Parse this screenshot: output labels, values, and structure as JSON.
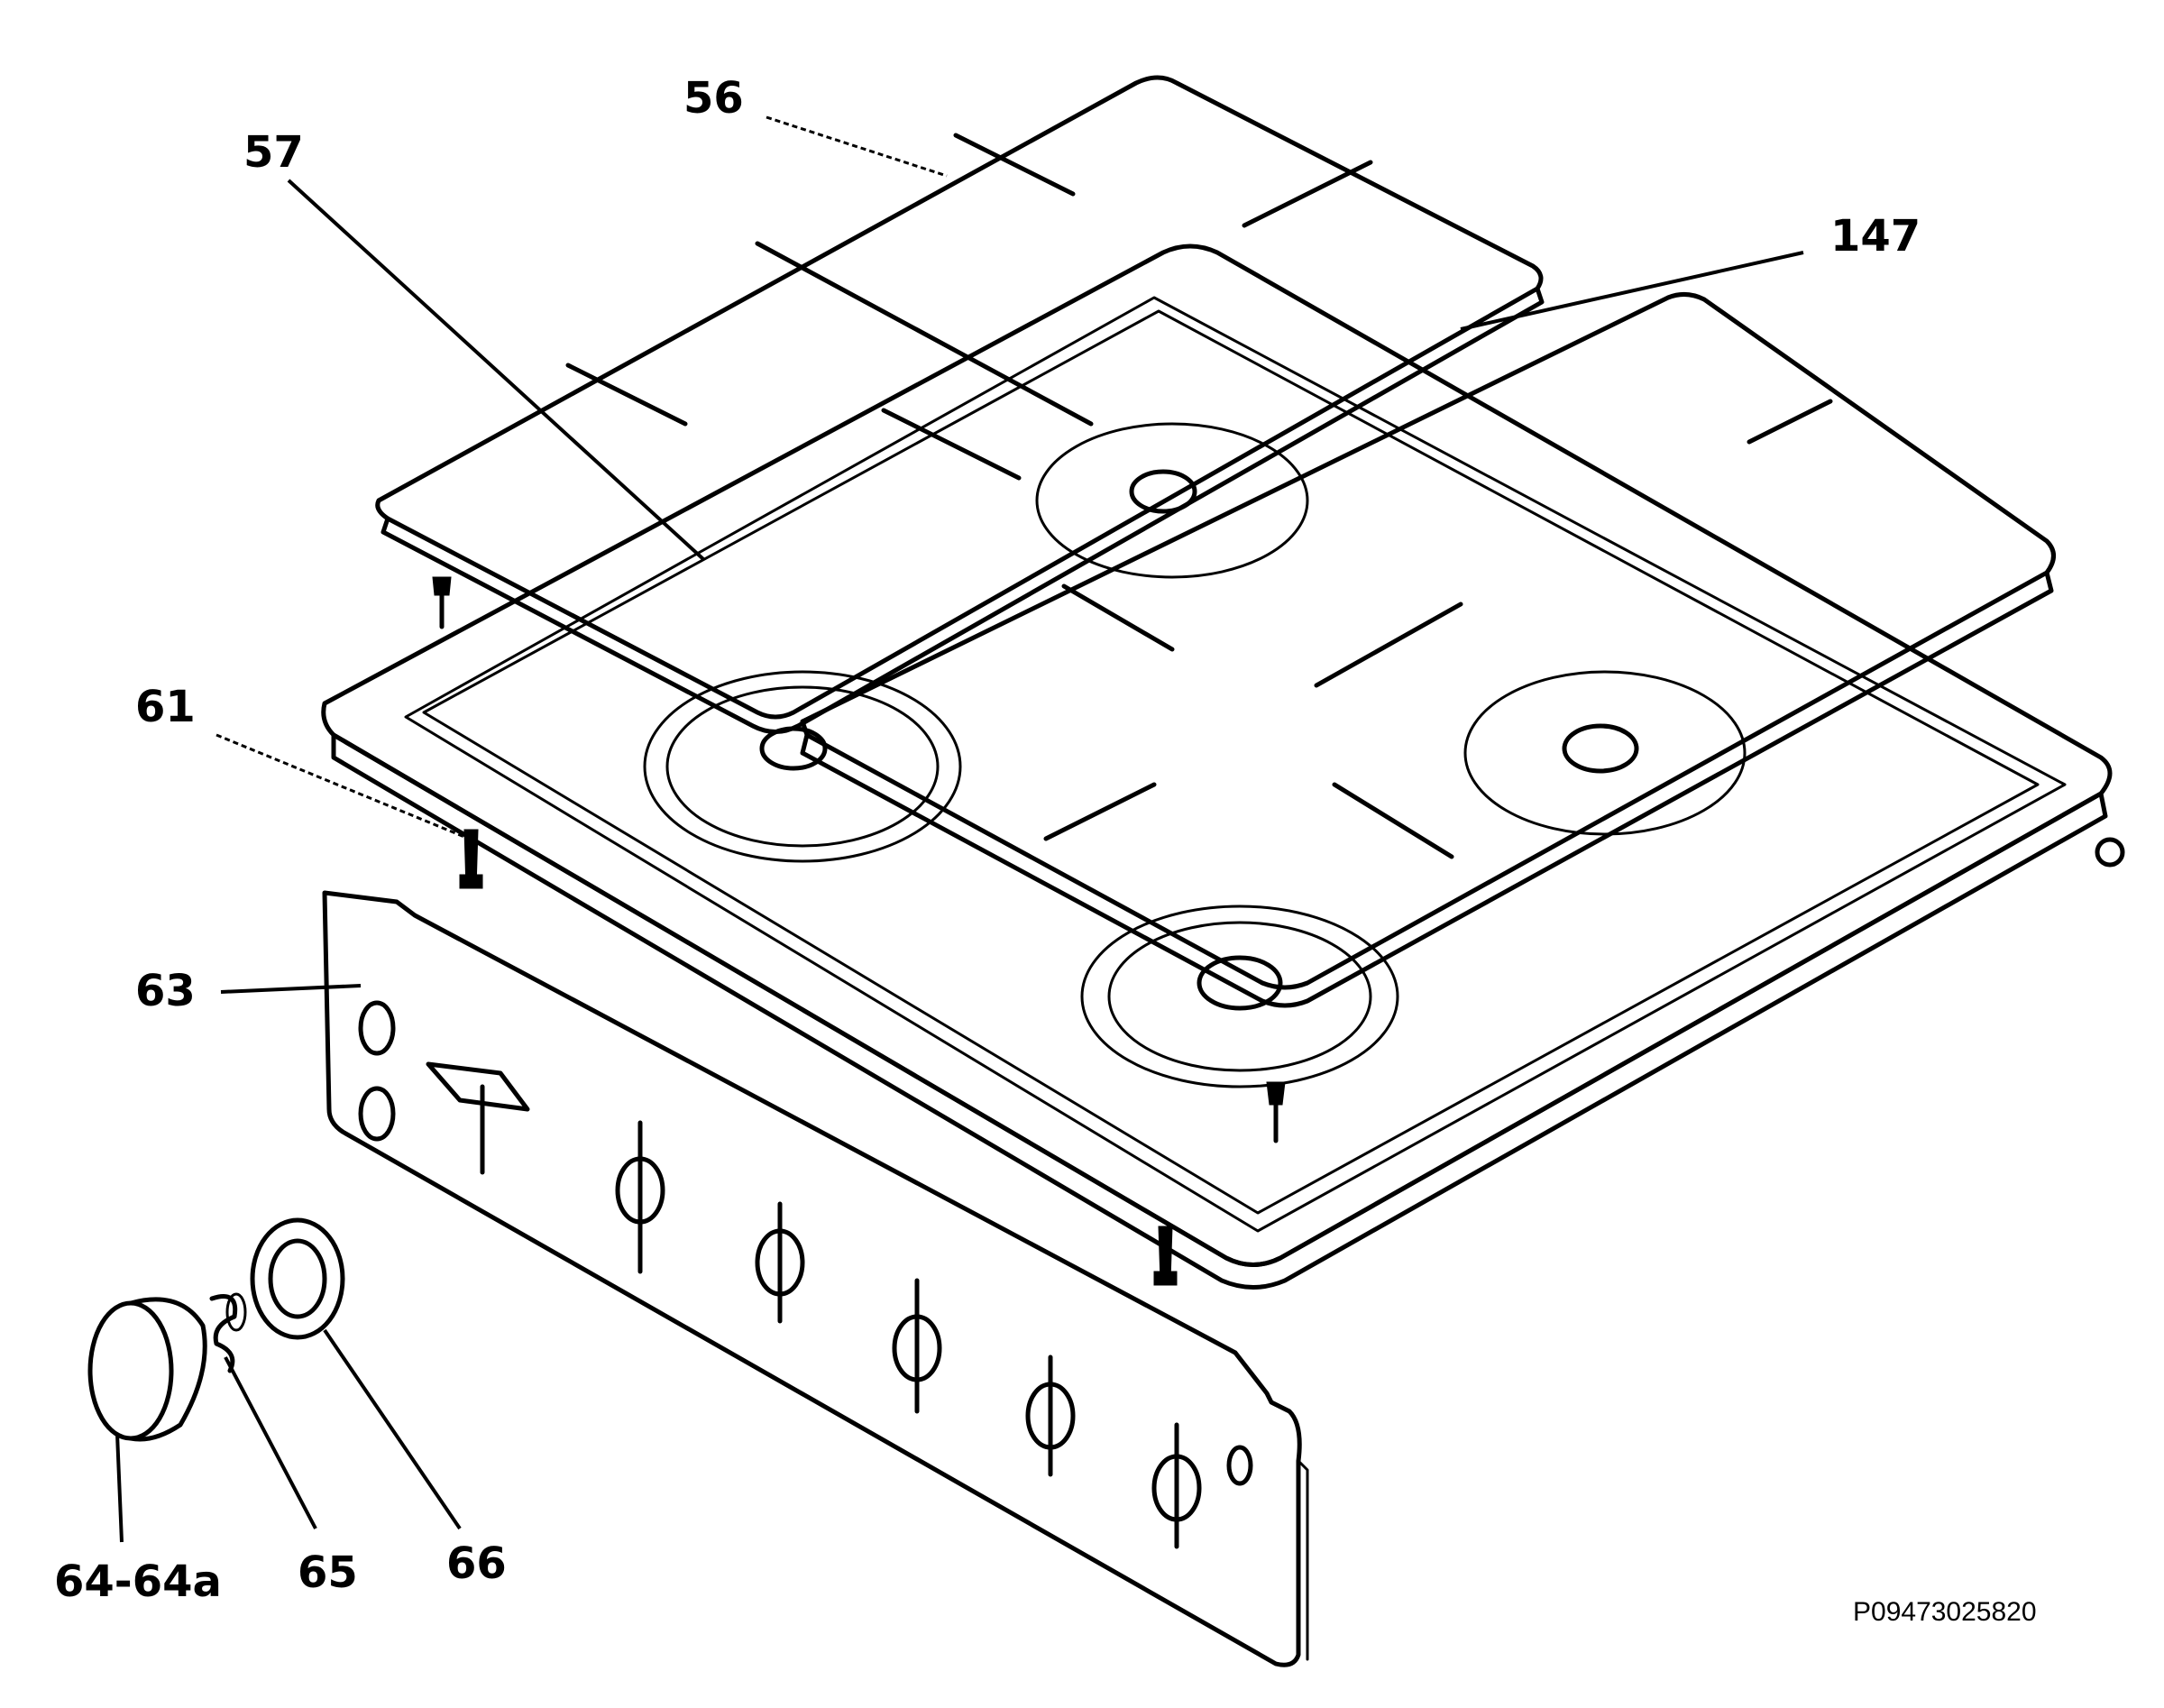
{
  "labels": {
    "l56": "56",
    "l57": "57",
    "l147": "147",
    "l61": "61",
    "l63": "63",
    "l64": "64-64a",
    "l65": "65",
    "l66": "66"
  },
  "drawing_code": "P09473025820"
}
